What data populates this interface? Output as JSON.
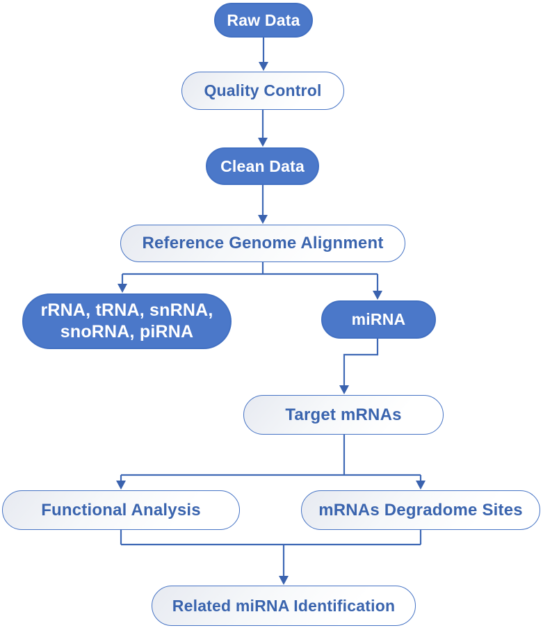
{
  "diagram": {
    "type": "flowchart",
    "background": "#ffffff",
    "colors": {
      "solid_node_fill": "#4b78c9",
      "solid_node_border": "#4270c2",
      "solid_node_text": "#ffffff",
      "outline_node_border": "#4472c4",
      "outline_node_text": "#3a64ae",
      "connector_line": "#3e68b5",
      "arrowhead": "#3a62ae"
    },
    "nodes": {
      "raw_data": {
        "label": "Raw Data",
        "style": "solid"
      },
      "quality_control": {
        "label": "Quality Control",
        "style": "outline"
      },
      "clean_data": {
        "label": "Clean Data",
        "style": "solid"
      },
      "ref_genome": {
        "label": "Reference Genome Alignment",
        "style": "outline"
      },
      "other_rna": {
        "label": "rRNA, tRNA, snRNA,\nsnoRNA, piRNA",
        "style": "solid"
      },
      "mirna": {
        "label": "miRNA",
        "style": "solid"
      },
      "target_mrnas": {
        "label": "Target mRNAs",
        "style": "outline"
      },
      "functional_analysis": {
        "label": "Functional Analysis",
        "style": "outline"
      },
      "degradome_sites": {
        "label": "mRNAs Degradome Sites",
        "style": "outline"
      },
      "related_mirna": {
        "label": "Related miRNA Identification",
        "style": "outline"
      }
    },
    "edges": [
      {
        "from": "Raw Data",
        "to": "Quality Control"
      },
      {
        "from": "Quality Control",
        "to": "Clean Data"
      },
      {
        "from": "Clean Data",
        "to": "Reference Genome Alignment"
      },
      {
        "from": "Reference Genome Alignment",
        "to": "rRNA, tRNA, snRNA, snoRNA, piRNA"
      },
      {
        "from": "Reference Genome Alignment",
        "to": "miRNA"
      },
      {
        "from": "miRNA",
        "to": "Target mRNAs"
      },
      {
        "from": "Target mRNAs",
        "to": "Functional Analysis"
      },
      {
        "from": "Target mRNAs",
        "to": "mRNAs Degradome Sites"
      },
      {
        "from": "Functional Analysis",
        "to": "Related miRNA Identification"
      },
      {
        "from": "mRNAs Degradome Sites",
        "to": "Related miRNA Identification"
      }
    ]
  }
}
